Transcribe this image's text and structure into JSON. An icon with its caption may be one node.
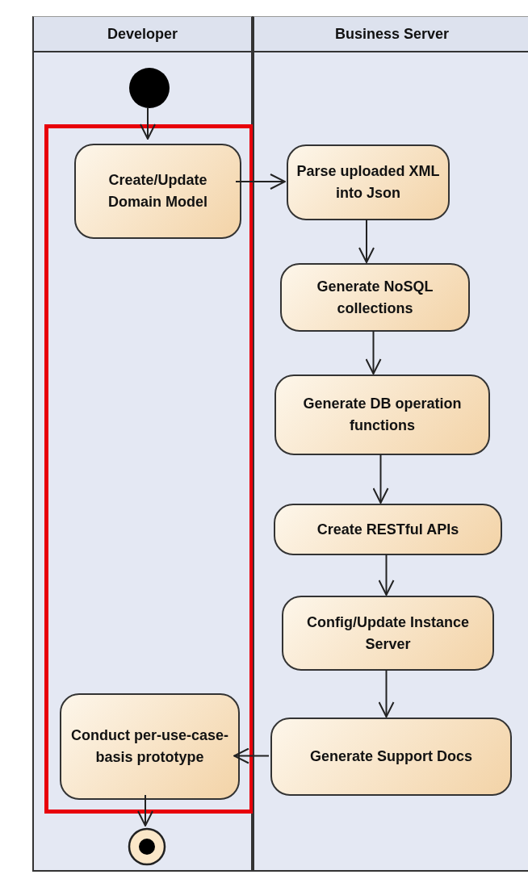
{
  "diagram": {
    "nodes": [
      {
        "text": [
          "Developer"
        ]
      },
      {
        "text": [
          "Business Server"
        ]
      },
      {
        "text": [],
        "shape": "circle",
        "in": 0
      },
      {
        "text": [],
        "shape": "box",
        "in": 0
      },
      {
        "text": [
          "Create/Update Domain Model"
        ],
        "in": 3
      },
      {
        "text": [
          "Parse uploaded XML into Json"
        ],
        "in": 1
      },
      {
        "text": [
          "Generate NoSQL collections"
        ],
        "in": 1
      },
      {
        "text": [
          "Generate DB operation functions"
        ],
        "in": 1
      },
      {
        "text": [
          "Create RESTful APIs"
        ],
        "in": 1
      },
      {
        "text": [
          "Config/Update Instance Server"
        ],
        "in": 1
      },
      {
        "text": [
          "Generate Support Docs"
        ],
        "in": 1
      },
      {
        "text": [
          "Conduct per-use-case-basis prototype"
        ],
        "in": 3
      },
      {
        "text": [],
        "shape": "circle",
        "in": 0
      }
    ],
    "edges": [
      {
        "from": 2,
        "to": 4,
        "arrow": "to"
      },
      {
        "from": 4,
        "to": 5,
        "arrow": "to"
      },
      {
        "from": 5,
        "to": 6,
        "arrow": "to"
      },
      {
        "from": 6,
        "to": 7,
        "arrow": "to"
      },
      {
        "from": 7,
        "to": 8,
        "arrow": "to"
      },
      {
        "from": 8,
        "to": 9,
        "arrow": "to"
      },
      {
        "from": 9,
        "to": 10,
        "arrow": "to"
      },
      {
        "from": 10,
        "to": 11,
        "arrow": "to"
      },
      {
        "from": 11,
        "to": 12,
        "arrow": "to"
      }
    ]
  }
}
